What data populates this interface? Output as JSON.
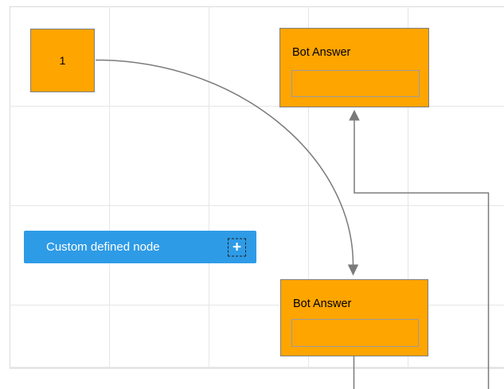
{
  "diagram": {
    "nodes": {
      "start": {
        "label": "1"
      },
      "bot_answer_top": {
        "title": "Bot Answer",
        "field_value": ""
      },
      "bot_answer_bottom": {
        "title": "Bot Answer",
        "field_value": ""
      },
      "custom": {
        "label": "Custom defined node",
        "add_icon": "+"
      }
    },
    "colors": {
      "node_fill_orange": "#FFA500",
      "node_border_gray": "#7F7F7F",
      "custom_node_blue": "#2E9BE6",
      "custom_node_text": "#FFFFFF",
      "node_text": "#000000",
      "connector": "#7A7A7A",
      "grid_line": "#E6E6E6",
      "grid_edge": "#DADADA"
    }
  }
}
